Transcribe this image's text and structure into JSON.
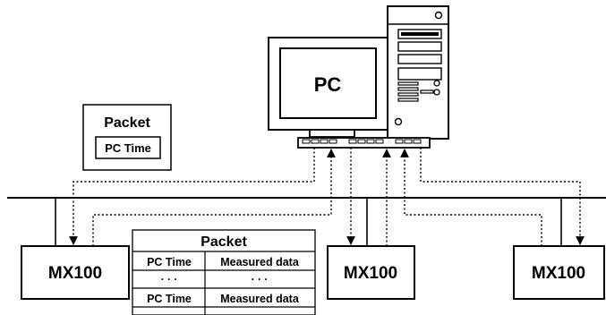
{
  "pc": {
    "label": "PC"
  },
  "devices": [
    {
      "label": "MX100"
    },
    {
      "label": "MX100"
    },
    {
      "label": "MX100"
    }
  ],
  "packet_small": {
    "title": "Packet",
    "field": "PC Time"
  },
  "packet_table": {
    "title": "Packet",
    "rows": [
      [
        "PC Time",
        "Measured data"
      ],
      [
        "· · ·",
        "· · ·"
      ],
      [
        "PC Time",
        "Measured data"
      ],
      [
        "",
        ""
      ]
    ]
  }
}
